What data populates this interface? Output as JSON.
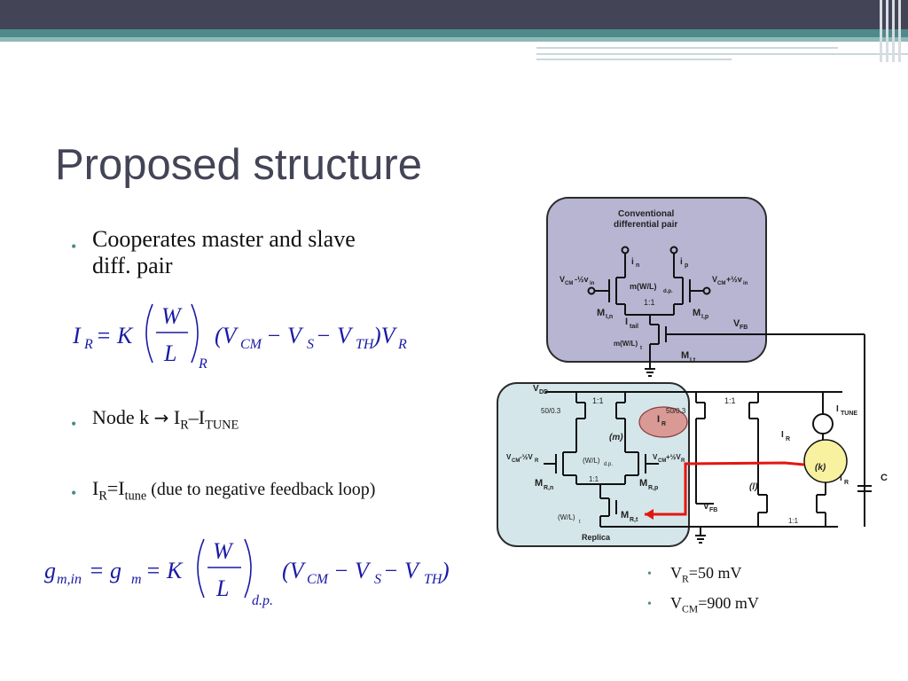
{
  "slide": {
    "title": "Proposed structure",
    "bullets": {
      "b1_line1": "Cooperates master and slave",
      "b1_line2": "diff. pair",
      "b2_pre": "Node k ",
      "b2_arrow": "→",
      "b2_I": " I",
      "b2_R": "R",
      "b2_dash": "–I",
      "b2_TUNE": "TUNE",
      "b3_I": "I",
      "b3_R": "R",
      "b3_eq": "=I",
      "b3_tune": "tune",
      "b3_paren": "  (due to negative feedback loop)"
    },
    "notes": {
      "vr_label": "V",
      "vr_sub": "R",
      "vr_val": "=50 mV",
      "vcm_label": "V",
      "vcm_sub": "CM",
      "vcm_val": "=900 mV"
    }
  },
  "equations": {
    "eq1": {
      "IR": "I",
      "R": "R",
      "eqK": " = K",
      "W": "W",
      "L": "L",
      "Rsub": "R",
      "paren": "(V",
      "CM": "CM",
      "m1": " − V",
      "S": "S",
      "m2": " − V",
      "TH": "TH",
      "close": ")V",
      "RR": "R"
    },
    "eq2": {
      "g": "g",
      "min": "m,in",
      "eq": " = g",
      "m": "m",
      "eqK": " = K",
      "W": "W",
      "L": "L",
      "dp": "d.p.",
      "paren": "(V",
      "CM": "CM",
      "m1": " − V",
      "S": "S",
      "m2": " − V",
      "TH": "TH",
      "close": ")"
    }
  },
  "circuit": {
    "conventional_title_1": "Conventional",
    "conventional_title_2": "differential pair",
    "i_n": "i",
    "i_n_sub": "n",
    "i_p": "i",
    "i_p_sub": "p",
    "vcm_minus_vin": "V",
    "vcm_minus_vin_sub": "CM",
    "vcm_minus_vin_rest": "-½v",
    "vcm_minus_vin_sub2": "in",
    "vcm_plus_vin": "V",
    "vcm_plus_vin_sub": "CM",
    "vcm_plus_vin_rest": "+½v",
    "vcm_plus_vin_sub2": "in",
    "mwl_dp": "m(W/L)",
    "mwl_dp_sub": "d.p.",
    "ratio_11_a": "1:1",
    "m_in": "M",
    "m_in_sub": "I,n",
    "m_ip": "M",
    "m_ip_sub": "I,p",
    "itail": "I",
    "itail_sub": "tail",
    "vfb_top": "V",
    "vfb_top_sub": "FB",
    "mwl_t": "m(W/L)",
    "mwl_t_sub": "t",
    "m_it": "M",
    "m_it_sub": "I,t",
    "vdd": "V",
    "vdd_sub": "DD",
    "ratio_11_b": "1:1",
    "ratio_11_c": "1:1",
    "size_50_a": "50/0.3",
    "size_50_b": "50/0.3",
    "ir_circle": "I",
    "ir_circle_sub": "R",
    "itune": "I",
    "itune_sub": "TUNE",
    "node_m": "(m)",
    "ir_right": "I",
    "ir_right_sub": "R",
    "vcm_minus_vr": "V",
    "vcm_minus_vr_sub": "CM",
    "vcm_minus_vr_rest": "-½V",
    "vcm_minus_vr_sub2": "R",
    "wl_dp": "(W/L)",
    "wl_dp_sub": "d.p.",
    "vcm_plus_vr": "V",
    "vcm_plus_vr_sub": "CM",
    "vcm_plus_vr_rest": "+½V",
    "vcm_plus_vr_sub2": "R",
    "node_k": "(k)",
    "ir_k": "I",
    "ir_k_sub": "R",
    "cap_c": "C",
    "ratio_11_d": "1:1",
    "m_rn": "M",
    "m_rn_sub": "R,n",
    "m_rp": "M",
    "m_rp_sub": "R,p",
    "node_l": "(l)",
    "vfb_bottom": "V",
    "vfb_bottom_sub": "FB",
    "ratio_11_e": "1:1",
    "wl_t": "(W/L)",
    "wl_t_sub": "t",
    "m_rt": "M",
    "m_rt_sub": "R,t",
    "replica": "Replica"
  },
  "colors": {
    "title": "#434456",
    "accent_teal": "#4f8a8b",
    "conventional_box": "#b7b5d2",
    "replica_box": "#d4e6ea",
    "feedback_red": "#e3160f",
    "node_k_yellow": "#f7f1a0",
    "ir_circle_fill": "#d99a95",
    "equation_blue": "#1a1aa6"
  }
}
